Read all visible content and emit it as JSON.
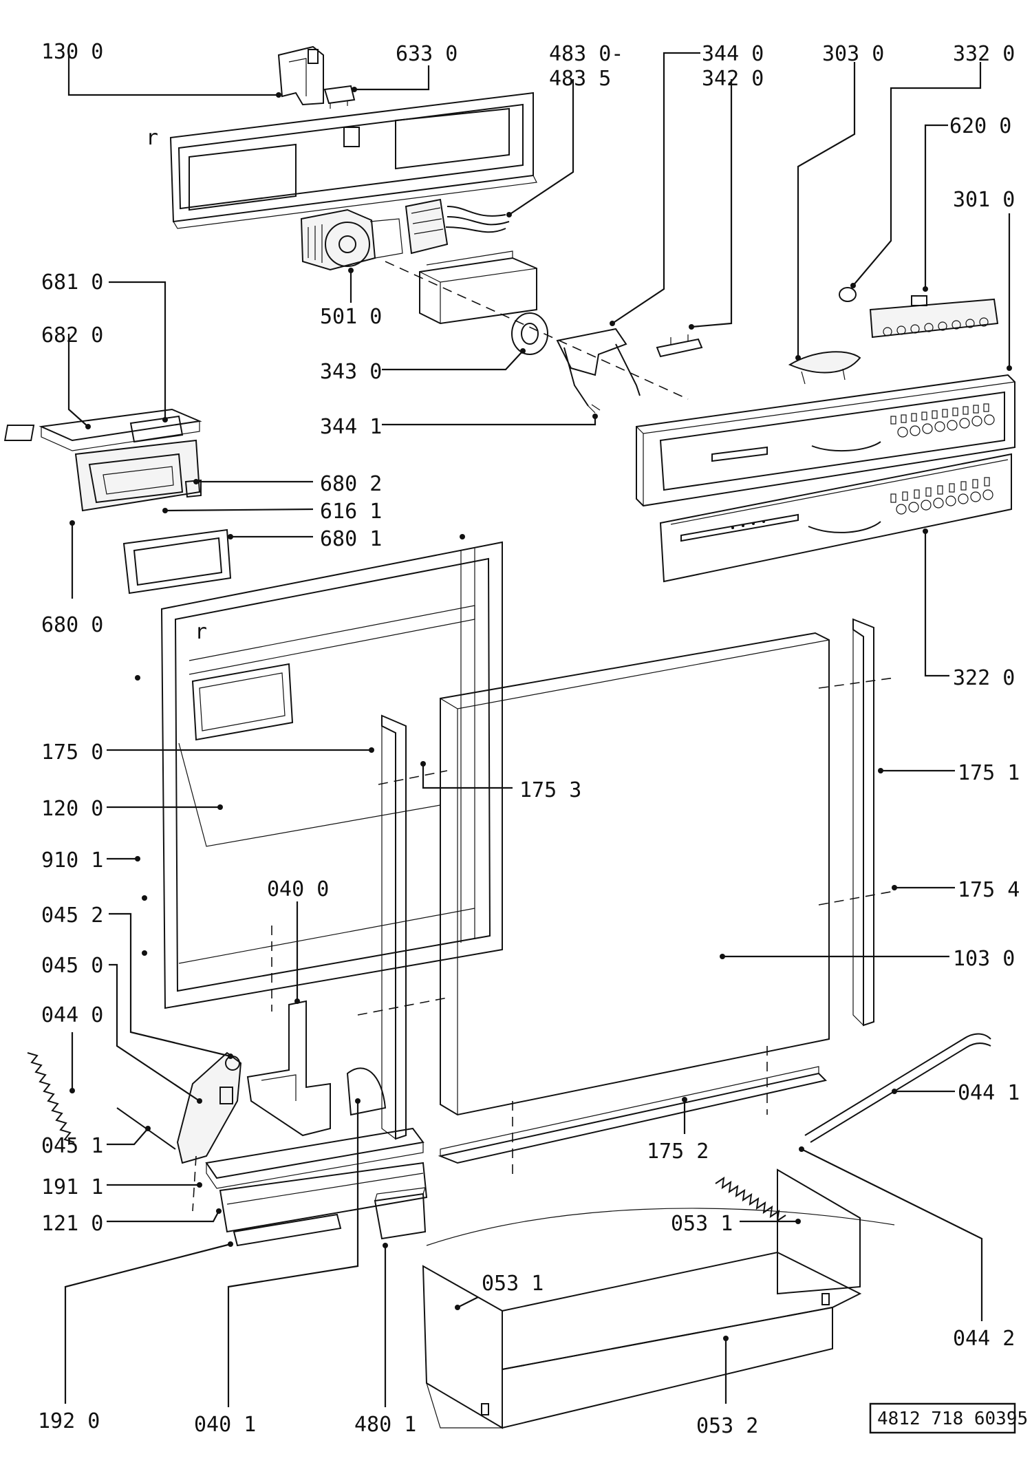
{
  "title": "",
  "reference_number": "4812 718 60395",
  "labels": [
    {
      "id": "l-130-0",
      "text": "130  0"
    },
    {
      "id": "l-633-0",
      "text": "633  0"
    },
    {
      "id": "l-483-0",
      "text": "483  0-"
    },
    {
      "id": "l-483-5",
      "text": "483  5"
    },
    {
      "id": "l-344-0",
      "text": "344  0"
    },
    {
      "id": "l-342-0",
      "text": "342  0"
    },
    {
      "id": "l-303-0",
      "text": "303  0"
    },
    {
      "id": "l-332-0",
      "text": "332  0"
    },
    {
      "id": "l-620-0",
      "text": "620  0"
    },
    {
      "id": "l-301-0",
      "text": "301  0"
    },
    {
      "id": "l-681-0",
      "text": "681  0"
    },
    {
      "id": "l-682-0",
      "text": "682  0"
    },
    {
      "id": "l-501-0",
      "text": "501  0"
    },
    {
      "id": "l-343-0",
      "text": "343  0"
    },
    {
      "id": "l-344-1",
      "text": "344  1"
    },
    {
      "id": "l-680-2",
      "text": "680  2"
    },
    {
      "id": "l-616-1",
      "text": "616  1"
    },
    {
      "id": "l-680-1",
      "text": "680  1"
    },
    {
      "id": "l-680-0",
      "text": "680  0"
    },
    {
      "id": "l-322-0",
      "text": "322  0"
    },
    {
      "id": "l-175-0",
      "text": "175  0"
    },
    {
      "id": "l-175-3",
      "text": "175  3"
    },
    {
      "id": "l-175-1",
      "text": "175  1"
    },
    {
      "id": "l-120-0",
      "text": "120  0"
    },
    {
      "id": "l-910-1",
      "text": "910  1"
    },
    {
      "id": "l-040-0",
      "text": "040  0"
    },
    {
      "id": "l-175-4",
      "text": "175  4"
    },
    {
      "id": "l-045-2",
      "text": "045  2"
    },
    {
      "id": "l-045-0",
      "text": "045  0"
    },
    {
      "id": "l-103-0",
      "text": "103  0"
    },
    {
      "id": "l-044-0",
      "text": "044  0"
    },
    {
      "id": "l-044-1",
      "text": "044  1"
    },
    {
      "id": "l-045-1",
      "text": "045  1"
    },
    {
      "id": "l-175-2",
      "text": "175  2"
    },
    {
      "id": "l-191-1",
      "text": "191  1"
    },
    {
      "id": "l-121-0",
      "text": "121  0"
    },
    {
      "id": "l-053-1a",
      "text": "053  1"
    },
    {
      "id": "l-053-1b",
      "text": "053  1"
    },
    {
      "id": "l-044-2",
      "text": "044  2"
    },
    {
      "id": "l-192-0",
      "text": "192  0"
    },
    {
      "id": "l-040-1",
      "text": "040  1"
    },
    {
      "id": "l-480-1",
      "text": "480  1"
    },
    {
      "id": "l-053-2",
      "text": "053  2"
    }
  ],
  "stray_marks": {
    "r1": "r",
    "r2": "r"
  }
}
